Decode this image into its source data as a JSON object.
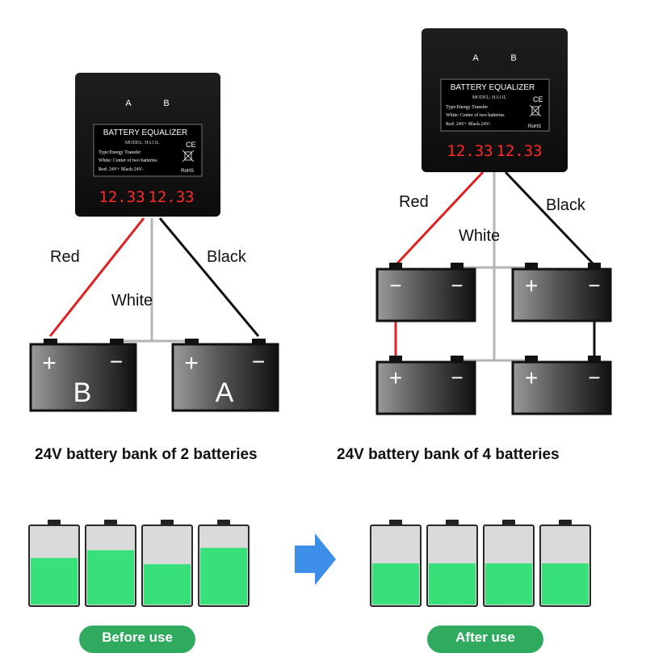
{
  "device": {
    "port_a": "A",
    "port_b": "B",
    "title": "BATTERY EQUALIZER",
    "model": "MODEL: HA11L",
    "ce_mark": "CE",
    "line_type": "Type:Energy Transfer",
    "line_white": "White: Center of two batteries",
    "line_red_black": "Red: 24V+  Black:24V-",
    "rohs": "RoHS",
    "reading_left": "12.33",
    "reading_right": "12.33"
  },
  "wires": {
    "red": "Red",
    "white": "White",
    "black": "Black"
  },
  "battery_names": {
    "left": "B",
    "right": "A"
  },
  "terminal_signs": {
    "plus": "+",
    "minus": "−"
  },
  "captions": {
    "two_bank": "24V battery bank of 2 batteries",
    "four_bank": "24V battery bank of 4 batteries"
  },
  "comparison": {
    "before_label": "Before use",
    "after_label": "After use",
    "before_levels": [
      0.6,
      0.7,
      0.52,
      0.73
    ],
    "after_levels": [
      0.53,
      0.53,
      0.53,
      0.53
    ],
    "arrow_color": "#3d8ee8",
    "fill_color": "#38e07a",
    "empty_color": "#dadada"
  },
  "colors": {
    "red_wire": "#e02020",
    "white_wire": "#b5b5b5",
    "black_wire": "#111111",
    "display_red": "#ff2a2a",
    "pill_green": "#2faa5e"
  }
}
